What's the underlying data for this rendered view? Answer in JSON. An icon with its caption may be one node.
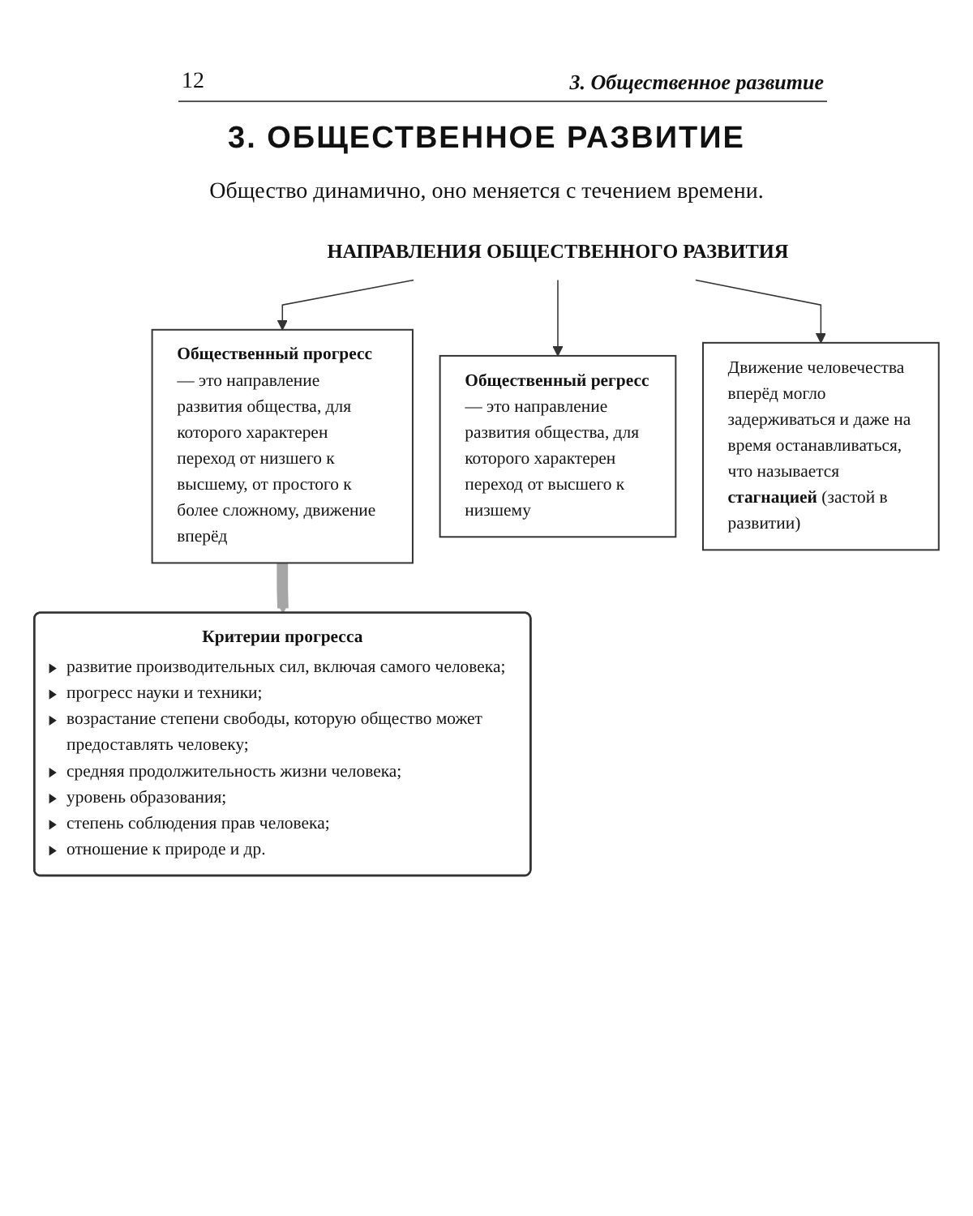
{
  "diagram": {
    "title": "3. ОБЩЕСТВЕННОЕ РАЗВИТИЕ",
    "nodes": [
      {
        "text": [
          "НАПРАВЛЕНИЯ ОБЩЕСТВЕННОГО РАЗВИТИЯ"
        ]
      },
      {
        "text": [
          "**Общественный прогресс** — это направление развития общества, для которого характерен переход от низшего к высшему, от простого к более сложному, движение вперёд"
        ]
      },
      {
        "text": [
          "**Общественный регресс** — это направление развития общества, для которого характерен переход от высшего к низшему"
        ]
      },
      {
        "text": [
          "Движение человечества вперёд могло задерживаться и даже на время останавливаться, что называется **стагнацией** (застой в развитии)"
        ]
      },
      {
        "text": [
          "Критерии прогресса",
          "развитие производительных сил, включая самого человека;",
          "прогресс науки и техники;",
          "возрастание степени свободы, которую общество может предоставлять человеку;",
          "средняя продолжительность жизни человека;",
          "уровень образования;",
          "степень соблюдения прав человека;",
          "отношение к природе и др."
        ]
      }
    ],
    "edges": [
      {
        "from": 0,
        "to": 1,
        "arrow": "to"
      },
      {
        "from": 0,
        "to": 2,
        "arrow": "to"
      },
      {
        "from": 0,
        "to": 3,
        "arrow": "to"
      },
      {
        "from": 1,
        "to": 4,
        "arrow": "to",
        "style": "thick",
        "color": "#a6a6a6"
      }
    ],
    "labels": [
      "12",
      "3. Общественное развитие",
      "Общество динамично, оно меняется с течением времени."
    ]
  }
}
